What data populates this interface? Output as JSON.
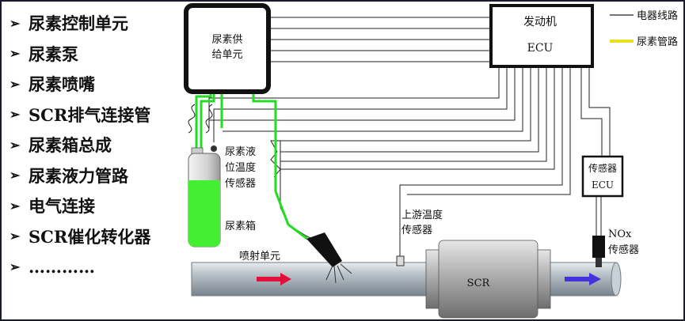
{
  "list_items": [
    "尿素控制单元",
    "尿素泵",
    "尿素喷嘴",
    "SCR排气连接管",
    "尿素箱总成",
    "尿素液力管路",
    "电气连接",
    "SCR催化转化器",
    "…………"
  ],
  "labels": {
    "supply_unit_line1": "尿素供",
    "supply_unit_line2": "给单元",
    "engine_ecu_line1": "发动机",
    "engine_ecu_line2": "ECU",
    "legend_wire": "电器线路",
    "legend_pipe": "尿素管路",
    "level_sensor_line1": "尿素液",
    "level_sensor_line2": "位温度",
    "level_sensor_line3": "传感器",
    "urea_tank": "尿素箱",
    "injector": "喷射单元",
    "upstream_line1": "上游温度",
    "upstream_line2": "传感器",
    "sensor_ecu_line1": "传感器",
    "sensor_ecu_line2": "ECU",
    "nox_line1": "NOx",
    "nox_line2": "传感器",
    "scr": "SCR"
  },
  "colors": {
    "pipe_green": "#22dd22",
    "legend_yellow": "#e8e020",
    "arrow_red": "#e0103a",
    "arrow_blue": "#4433dd",
    "wire": "#222222"
  }
}
